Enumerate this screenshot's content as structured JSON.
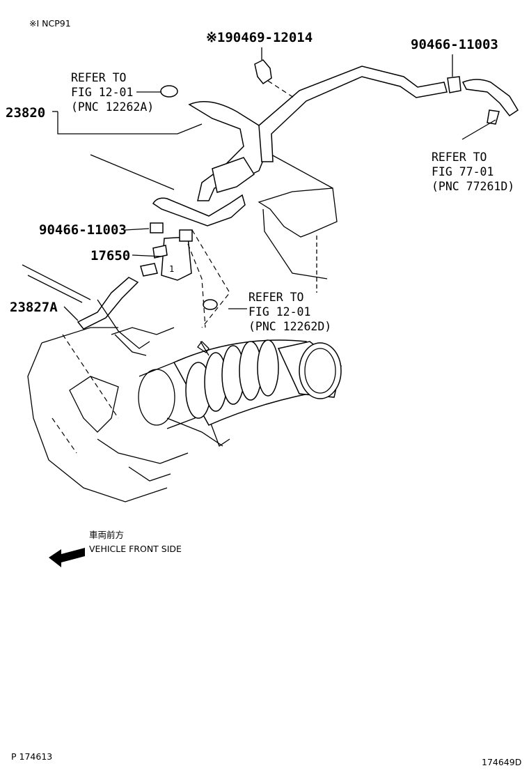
{
  "header": {
    "note": "※I NCP91"
  },
  "parts": [
    {
      "id": "hose_main",
      "number": "23820"
    },
    {
      "id": "clamp_top",
      "number": "※190469-12014"
    },
    {
      "id": "clip_right",
      "number": "90466-11003"
    },
    {
      "id": "clip_left",
      "number": "90466-11003"
    },
    {
      "id": "vsv",
      "number": "17650"
    },
    {
      "id": "hose_lower",
      "number": "23827A"
    }
  ],
  "references": [
    {
      "id": "ref_a",
      "lines": [
        "REFER TO",
        "FIG 12-01",
        "(PNC 12262A)"
      ]
    },
    {
      "id": "ref_b",
      "lines": [
        "REFER TO",
        "FIG 77-01",
        "(PNC 77261D)"
      ]
    },
    {
      "id": "ref_c",
      "lines": [
        "REFER TO",
        "FIG 12-01",
        "(PNC 12262D)"
      ]
    }
  ],
  "direction": {
    "japanese": "車両前方",
    "english": "VEHICLE FRONT SIDE",
    "icon": "arrow-left-icon"
  },
  "footer": {
    "page_code": "P 174613",
    "figure_code": "174649D"
  }
}
